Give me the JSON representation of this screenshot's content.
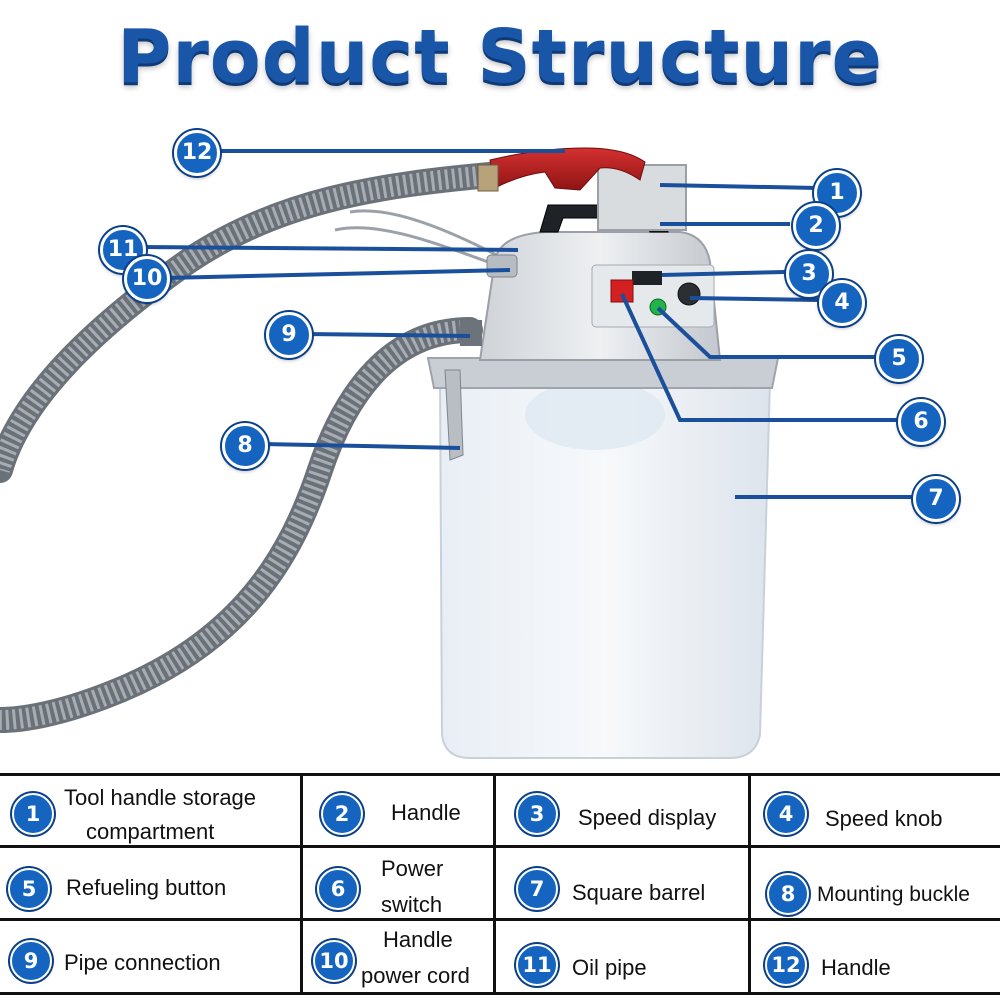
{
  "title": "Product Structure",
  "callouts": [
    "1",
    "2",
    "3",
    "4",
    "5",
    "6",
    "7",
    "8",
    "9",
    "10",
    "11",
    "12"
  ],
  "legend": [
    {
      "num": "1",
      "label_line1": "Tool handle storage",
      "label_line2": "compartment"
    },
    {
      "num": "2",
      "label_line1": "Handle",
      "label_line2": ""
    },
    {
      "num": "3",
      "label_line1": "Speed display",
      "label_line2": ""
    },
    {
      "num": "4",
      "label_line1": "Speed knob",
      "label_line2": ""
    },
    {
      "num": "5",
      "label_line1": "Refueling button",
      "label_line2": ""
    },
    {
      "num": "6",
      "label_line1": "Power",
      "label_line2": "switch"
    },
    {
      "num": "7",
      "label_line1": "Square barrel",
      "label_line2": ""
    },
    {
      "num": "8",
      "label_line1": "Mounting buckle",
      "label_line2": ""
    },
    {
      "num": "9",
      "label_line1": "Pipe connection",
      "label_line2": ""
    },
    {
      "num": "10",
      "label_line1": "Handle",
      "label_line2": "power cord"
    },
    {
      "num": "11",
      "label_line1": "Oil pipe",
      "label_line2": ""
    },
    {
      "num": "12",
      "label_line1": "Handle",
      "label_line2": ""
    }
  ],
  "colors": {
    "accent": "#1565c0",
    "leader": "#1a4f9c",
    "handle": "#b32020"
  }
}
